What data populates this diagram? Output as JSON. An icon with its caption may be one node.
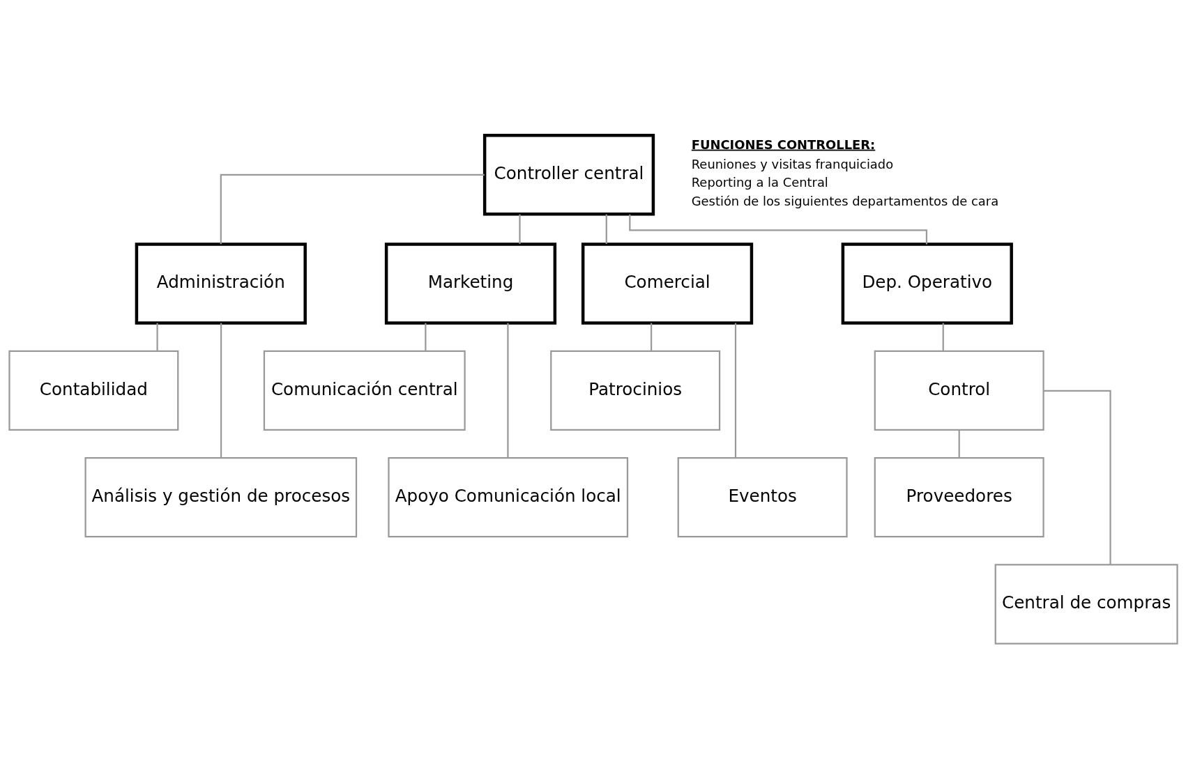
{
  "diagram": {
    "nodes": [
      {
        "text": [
          "Controller central"
        ]
      },
      {
        "text": [
          "Administración"
        ]
      },
      {
        "text": [
          "Marketing"
        ]
      },
      {
        "text": [
          "Comercial"
        ]
      },
      {
        "text": [
          "Dep. Operativo"
        ]
      },
      {
        "text": [
          "Contabilidad"
        ]
      },
      {
        "text": [
          "Análisis y gestión de procesos"
        ]
      },
      {
        "text": [
          "Comunicación central"
        ]
      },
      {
        "text": [
          "Apoyo Comunicación local"
        ]
      },
      {
        "text": [
          "Patrocinios"
        ]
      },
      {
        "text": [
          "Eventos"
        ]
      },
      {
        "text": [
          "Control"
        ]
      },
      {
        "text": [
          "Proveedores"
        ]
      },
      {
        "text": [
          "Central de compras"
        ]
      }
    ],
    "edges": [
      {
        "from": 0,
        "to": 1,
        "arrow": "none"
      },
      {
        "from": 0,
        "to": 2,
        "arrow": "none"
      },
      {
        "from": 0,
        "to": 3,
        "arrow": "none"
      },
      {
        "from": 0,
        "to": 4,
        "arrow": "none"
      },
      {
        "from": 1,
        "to": 5,
        "arrow": "none"
      },
      {
        "from": 1,
        "to": 6,
        "arrow": "none"
      },
      {
        "from": 2,
        "to": 7,
        "arrow": "none"
      },
      {
        "from": 2,
        "to": 8,
        "arrow": "none"
      },
      {
        "from": 3,
        "to": 9,
        "arrow": "none"
      },
      {
        "from": 3,
        "to": 10,
        "arrow": "none"
      },
      {
        "from": 4,
        "to": 11,
        "arrow": "none"
      },
      {
        "from": 11,
        "to": 12,
        "arrow": "none"
      },
      {
        "from": 11,
        "to": 13,
        "arrow": "none"
      }
    ],
    "labels": [
      "FUNCIONES CONTROLLER:",
      "Reuniones y visitas franquiciado",
      "Reporting a la Central",
      "Gestión de los siguientes departamentos de cara"
    ]
  }
}
